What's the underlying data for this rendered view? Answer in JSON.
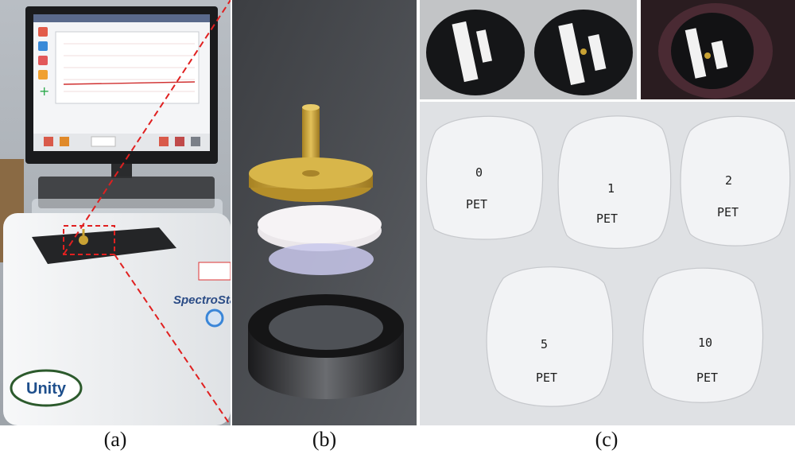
{
  "captions": {
    "a": "(a)",
    "b": "(b)",
    "c": "(c)"
  },
  "panel_a": {
    "instrument_brand": "SpectroStar",
    "manufacturer_logo": "Unity"
  },
  "panel_c": {
    "samples": [
      {
        "number": "0",
        "material": "PET"
      },
      {
        "number": "1",
        "material": "PET"
      },
      {
        "number": "2",
        "material": "PET"
      },
      {
        "number": "5",
        "material": "PET"
      },
      {
        "number": "10",
        "material": "PET"
      }
    ]
  },
  "colors": {
    "accent_dash": "#e02020",
    "brass": "#c9a234",
    "instrument_body": "#eef0f2",
    "background": "#ffffff"
  }
}
